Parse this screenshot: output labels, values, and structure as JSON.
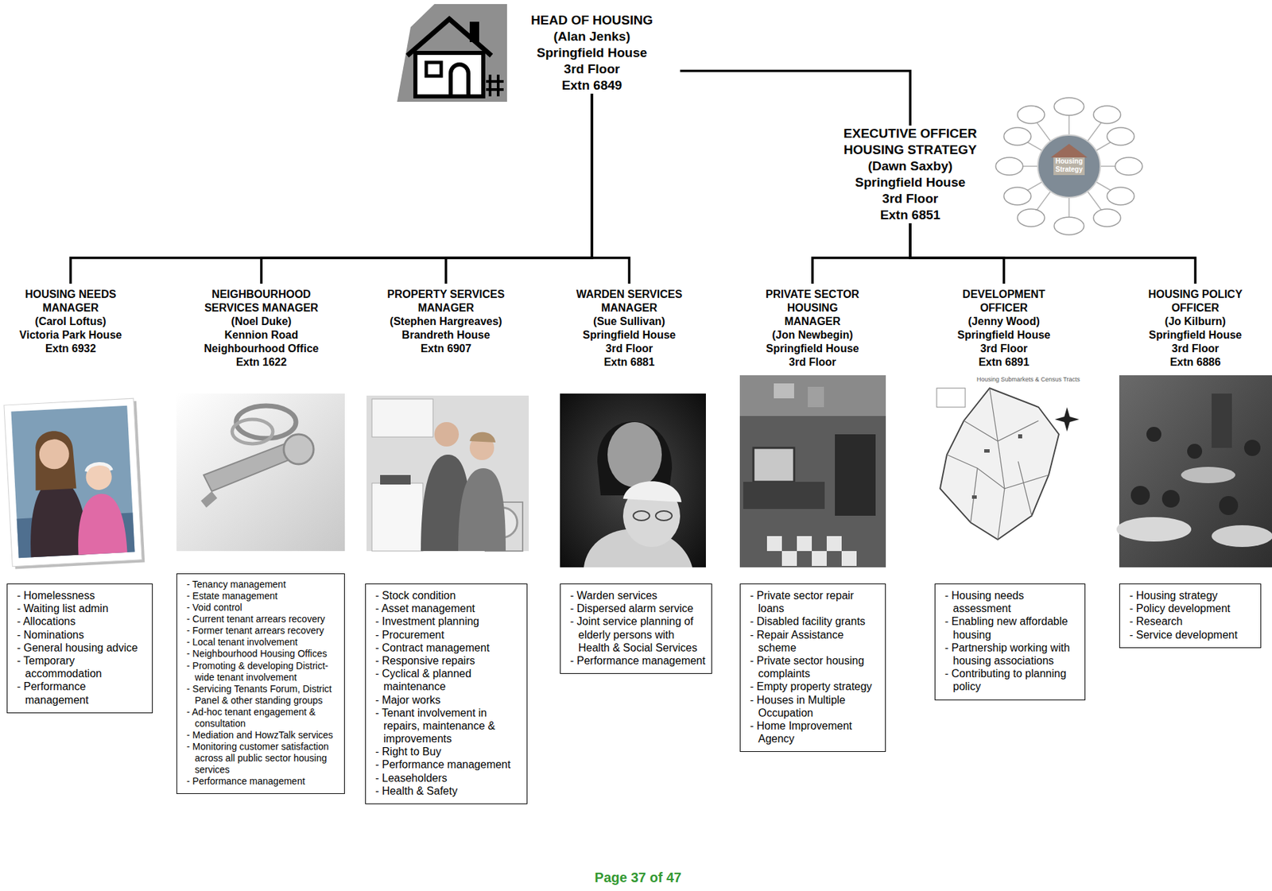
{
  "diagram": {
    "nodes": [
      {
        "text": [
          "HEAD OF HOUSING",
          "(Alan Jenks)",
          "Springfield House",
          "3rd Floor",
          "Extn 6849"
        ]
      },
      {
        "text": [
          "EXECUTIVE OFFICER HOUSING STRATEGY",
          "(Dawn Saxby)",
          "Springfield House",
          "3rd Floor",
          "Extn 6851"
        ]
      },
      {
        "text": [
          "HOUSING NEEDS MANAGER",
          "(Carol Loftus)",
          "Victoria Park House",
          "Extn 6932",
          "- Homelessness",
          "- Waiting list admin",
          "- Allocations",
          "- Nominations",
          "- General housing advice",
          "- Temporary accommodation",
          "- Performance management"
        ]
      },
      {
        "text": [
          "NEIGHBOURHOOD SERVICES MANAGER",
          "(Noel Duke)",
          "Kennion Road Neighbourhood Office",
          "Extn 1622",
          "- Tenancy management",
          "- Estate management",
          "- Void control",
          "- Current tenant arrears recovery",
          "- Former tenant arrears recovery",
          "- Local tenant involvement",
          "- Neighbourhood Housing Offices",
          "- Promoting & developing District-wide tenant involvement",
          "- Servicing Tenants Forum, District Panel & other standing groups",
          "- Ad-hoc tenant engagement & consultation",
          "- Mediation and HowzTalk services",
          "- Monitoring customer satisfaction across all public sector housing services",
          "- Performance management"
        ]
      },
      {
        "text": [
          "PROPERTY SERVICES MANAGER",
          "(Stephen Hargreaves)",
          "Brandreth House",
          "Extn 6907",
          "- Stock condition",
          "- Asset management",
          "- Investment planning",
          "- Procurement",
          "- Contract management",
          "- Responsive repairs",
          "- Cyclical & planned maintenance",
          "- Major works",
          "- Tenant involvement in repairs, maintenance & improvements",
          "- Right to Buy",
          "- Performance management",
          "- Leaseholders",
          "- Health & Safety"
        ]
      },
      {
        "text": [
          "WARDEN SERVICES MANAGER",
          "(Sue Sullivan)",
          "Springfield House",
          "3rd Floor",
          "Extn 6881",
          "- Warden services",
          "- Dispersed alarm service",
          "- Joint service planning of elderly persons with Health & Social Services",
          "- Performance management"
        ]
      },
      {
        "text": [
          "PRIVATE SECTOR HOUSING MANAGER",
          "(Jon Newbegin)",
          "Springfield House",
          "3rd Floor",
          "- Private sector repair loans",
          "- Disabled facility grants",
          "- Repair Assistance scheme",
          "- Private sector housing complaints",
          "- Empty property strategy",
          "- Houses in Multiple Occupation",
          "- Home Improvement Agency"
        ]
      },
      {
        "text": [
          "DEVELOPMENT OFFICER",
          "(Jenny Wood)",
          "Springfield House",
          "3rd Floor",
          "Extn 6891",
          "- Housing needs assessment",
          "- Enabling new affordable housing",
          "- Partnership working with housing associations",
          "- Contributing to planning policy"
        ]
      },
      {
        "text": [
          "HOUSING POLICY OFFICER",
          "(Jo Kilburn)",
          "Springfield House",
          "3rd Floor",
          "Extn 6886",
          "- Housing strategy",
          "- Policy development",
          "- Research",
          "- Service development"
        ]
      }
    ],
    "edges": [
      {
        "from": 0,
        "to": 2,
        "arrow": "none"
      },
      {
        "from": 0,
        "to": 3,
        "arrow": "none"
      },
      {
        "from": 0,
        "to": 4,
        "arrow": "none"
      },
      {
        "from": 0,
        "to": 5,
        "arrow": "none"
      },
      {
        "from": 0,
        "to": 1,
        "arrow": "none"
      },
      {
        "from": 1,
        "to": 6,
        "arrow": "none"
      },
      {
        "from": 1,
        "to": 7,
        "arrow": "none"
      },
      {
        "from": 1,
        "to": 8,
        "arrow": "none"
      }
    ],
    "labels": [
      "Housing Strategy",
      "Housing Submarkets & Census Tracts",
      "Page 37 of 47"
    ]
  }
}
